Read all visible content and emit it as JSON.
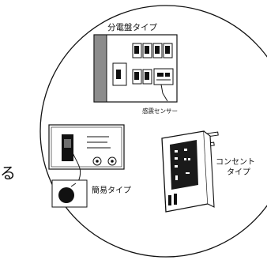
{
  "labels": {
    "panel_type": "分電盤タイプ",
    "sensor": "感震センサー",
    "simple_type": "簡易タイプ",
    "outlet_type_line1": "コンセント",
    "outlet_type_line2": "タイプ",
    "edge_glyph": "る"
  },
  "colors": {
    "ink": "#111111",
    "panel_side": "#8c8c8c",
    "device_dark": "#1a1a1a"
  }
}
